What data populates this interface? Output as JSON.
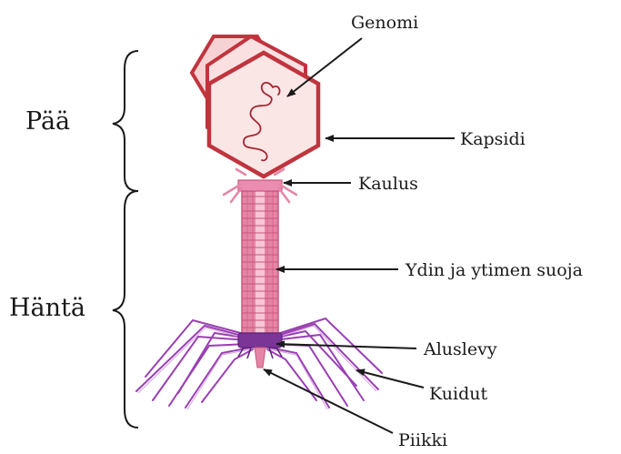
{
  "sections": {
    "head": "Pää",
    "tail": "Häntä"
  },
  "labels": {
    "genome": "Genomi",
    "capsid": "Kapsidi",
    "collar": "Kaulus",
    "core": "Ydin ja ytimen suoja",
    "baseplate": "Aluslevy",
    "fibers": "Kuidut",
    "spike": "Piikki"
  },
  "colors": {
    "capsid_stroke": "#c0343e",
    "capsid_fill": "#fbe6e6",
    "tail": "#e585a6",
    "tail_dark": "#c9567f",
    "fibers": "#9a3fb3",
    "baseplate": "#6a2c8a",
    "text": "#1a1a1a"
  }
}
